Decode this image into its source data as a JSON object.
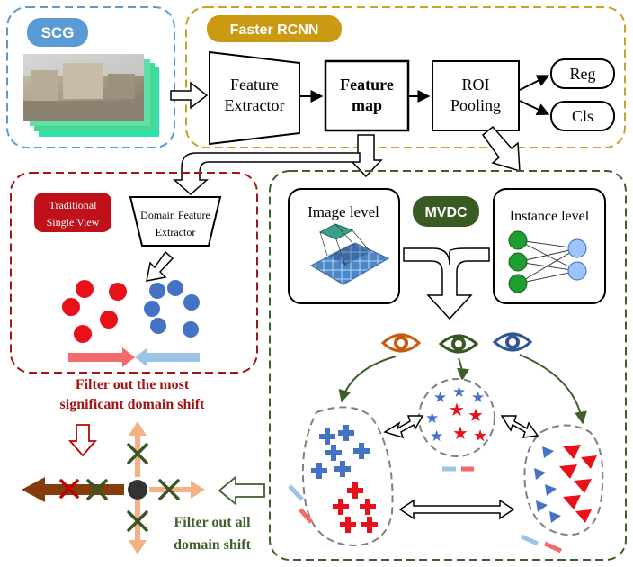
{
  "scg": {
    "badge": "SCG"
  },
  "faster_rcnn": {
    "badge": "Faster RCNN",
    "feature_extractor": [
      "Feature",
      "Extractor"
    ],
    "feature_map": [
      "Feature",
      "map"
    ],
    "roi_pooling": [
      "ROI",
      "Pooling"
    ],
    "reg": "Reg",
    "cls": "Cls"
  },
  "traditional": {
    "badge": [
      "Traditional",
      "Single View"
    ],
    "domain_feature_extractor": [
      "Domain Feature",
      "Extractor"
    ],
    "caption": [
      "Filter out the most",
      "significant domain shift"
    ]
  },
  "mvdc": {
    "badge": "MVDC",
    "image_level": "Image level",
    "instance_level": "Instance level"
  },
  "bottom_left": {
    "caption": [
      "Filter out all",
      "domain shift"
    ]
  },
  "colors": {
    "scg_border": "#5b9bd5",
    "scg_badge": "#5b9bd5",
    "rcnn_border": "#c9a227",
    "rcnn_badge": "#c99a12",
    "trad_border": "#a31515",
    "trad_badge": "#c0101a",
    "mvdc_border": "#3f5f2a",
    "mvdc_badge": "#3a5a23",
    "red": "#e8101a",
    "blue": "#4472c4",
    "eye_orange": "#c55a11",
    "eye_green": "#375623",
    "eye_blue": "#2f5597",
    "brown": "#843c0c",
    "peach": "#f4b183",
    "cross_green": "#375623"
  },
  "icons": [
    "eye-icon",
    "cross-icon",
    "star-icon",
    "triangle-icon",
    "x-mark-icon",
    "arrow-icon"
  ]
}
